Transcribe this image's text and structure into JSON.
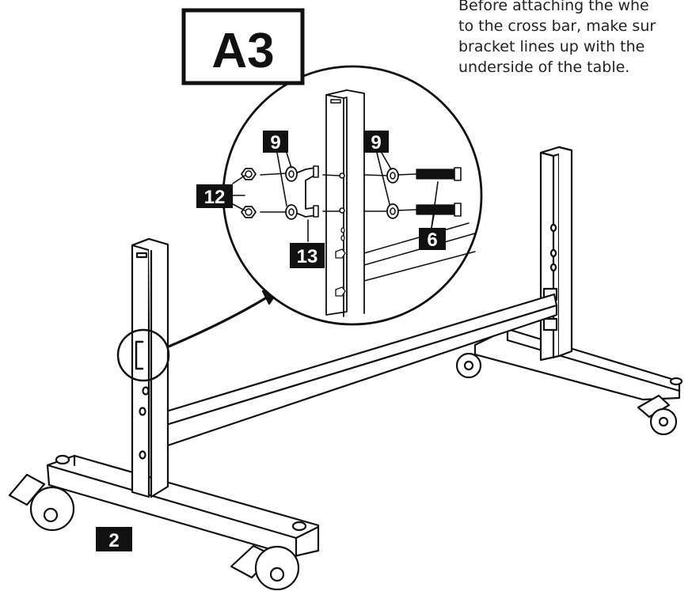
{
  "step": {
    "label": "A3"
  },
  "instructions": {
    "lines": [
      "Before attaching the whe",
      "to the cross bar, make sur",
      "bracket lines up with the",
      "underside of the table."
    ]
  },
  "callouts": {
    "washer_left": "9",
    "washer_right": "9",
    "nut": "12",
    "bracket": "13",
    "bolt": "6",
    "base_foot": "2"
  },
  "colors": {
    "ink": "#111111",
    "paper": "#ffffff",
    "label_fill": "#111111"
  }
}
